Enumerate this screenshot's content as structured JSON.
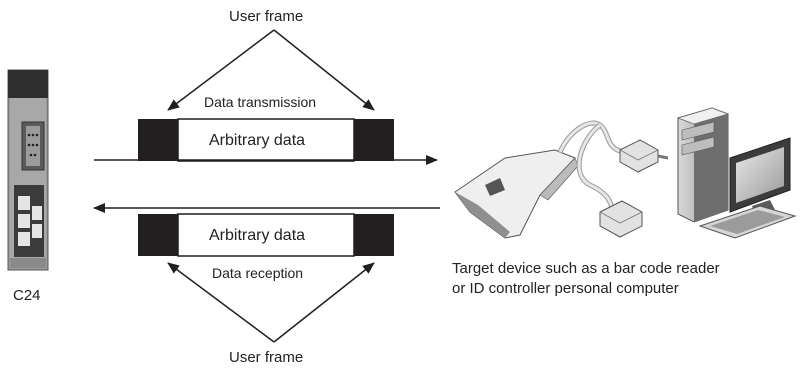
{
  "labels": {
    "user_frame_top": "User frame",
    "user_frame_bottom": "User frame",
    "data_transmission": "Data transmission",
    "data_reception": "Data reception",
    "arbitrary_data_top": "Arbitrary data",
    "arbitrary_data_bottom": "Arbitrary data",
    "module": "C24",
    "target_line1": "Target device such as a bar code reader",
    "target_line2": "or ID controller personal computer"
  },
  "colors": {
    "frame_block": "#231f20",
    "line": "#231f20",
    "device_gray": "#8a8a8a",
    "device_dark": "#3a3a3a"
  }
}
